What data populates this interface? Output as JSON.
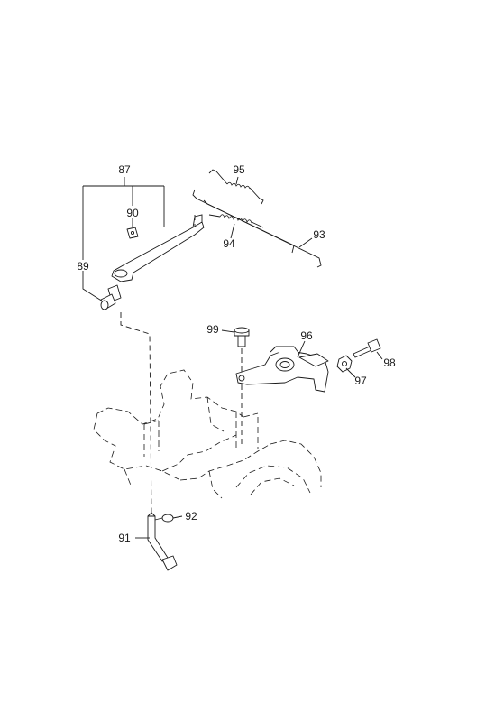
{
  "callouts": {
    "c87": "87",
    "c89": "89",
    "c90": "90",
    "c91": "91",
    "c92": "92",
    "c93": "93",
    "c94": "94",
    "c95": "95",
    "c96": "96",
    "c97": "97",
    "c98": "98",
    "c99": "99"
  }
}
